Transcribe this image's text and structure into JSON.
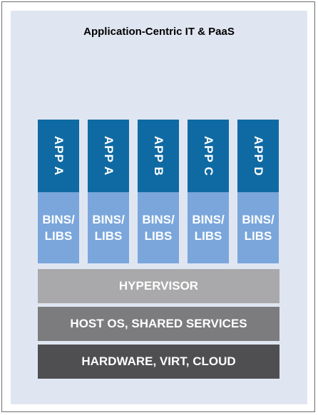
{
  "title": "Application-Centric IT & PaaS",
  "apps": [
    {
      "app": "APP A",
      "bins": [
        "BINS/",
        "LIBS"
      ]
    },
    {
      "app": "APP A",
      "bins": [
        "BINS/",
        "LIBS"
      ]
    },
    {
      "app": "APP B",
      "bins": [
        "BINS/",
        "LIBS"
      ]
    },
    {
      "app": "APP C",
      "bins": [
        "BINS/",
        "LIBS"
      ]
    },
    {
      "app": "APP D",
      "bins": [
        "BINS/",
        "LIBS"
      ]
    }
  ],
  "layers": {
    "hypervisor": "HYPERVISOR",
    "host_os": "HOST OS, SHARED SERVICES",
    "hardware": "HARDWARE, VIRT, CLOUD"
  },
  "colors": {
    "panel": "#e0e6f1",
    "app": "#0f6aa3",
    "bins": "#7aa6dc",
    "hypervisor": "#a9a9ab",
    "host_os": "#7c7c7f",
    "hardware": "#4f4f51"
  }
}
